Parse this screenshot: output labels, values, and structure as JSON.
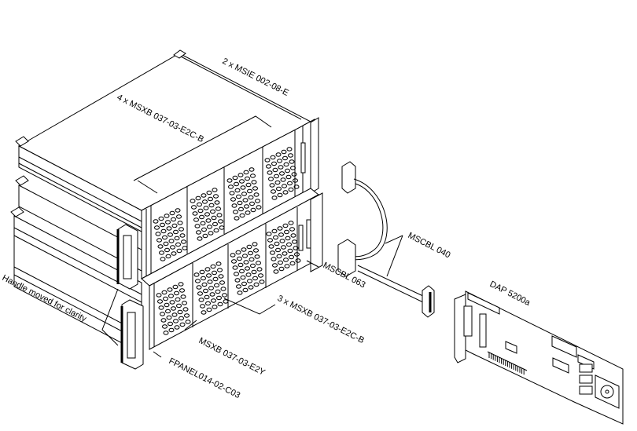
{
  "diagram": {
    "title": "Rack system assembly with data acquisition board",
    "labels": {
      "msie": "2 x MSIE 002-08-E",
      "msxb_top": "4 x MSXB 037-03-E2C-B",
      "mscbl_040": "MSCBL 040",
      "mscbl_063": "MSCBL 063",
      "msxb_bottom": "3 x MSXB 037-03-E2C-B",
      "msxb_e2y": "MSXB 037-03-E2Y",
      "fpanel": "FPANEL014-02-C03",
      "handle_note": "Handle moved for clarity",
      "dap_board": "DAP 5200a"
    },
    "components": [
      {
        "id": "upper-chassis",
        "name": "Upper chassis",
        "slots": 4
      },
      {
        "id": "lower-chassis",
        "name": "Lower chassis",
        "slots": 4
      },
      {
        "id": "cable-040",
        "name": "MSCBL 040"
      },
      {
        "id": "cable-063",
        "name": "MSCBL 063"
      },
      {
        "id": "dap-board",
        "name": "DAP 5200a"
      }
    ]
  }
}
